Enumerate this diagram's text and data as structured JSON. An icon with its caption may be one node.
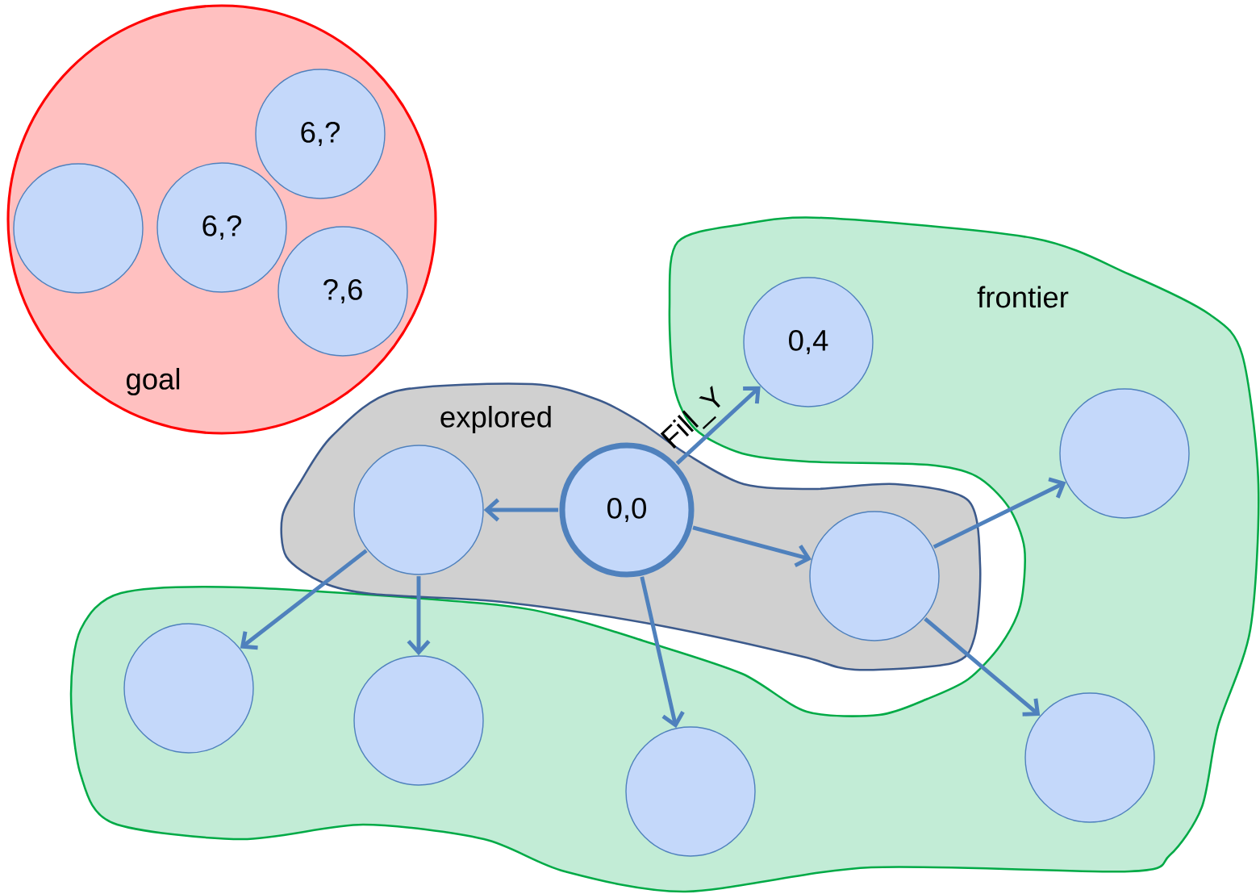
{
  "diagram": {
    "nodes": [
      {
        "text": [
          "goal"
        ]
      },
      {
        "text": [],
        "shape": "circle",
        "in": 0
      },
      {
        "text": [
          "6,?"
        ],
        "in": 0
      },
      {
        "text": [
          "6,?"
        ],
        "in": 0
      },
      {
        "text": [
          "?,6"
        ],
        "in": 0
      },
      {
        "text": [
          "explored"
        ]
      },
      {
        "text": [],
        "shape": "circle",
        "in": 5
      },
      {
        "text": [
          "0,0"
        ],
        "in": 5
      },
      {
        "text": [],
        "shape": "circle",
        "in": 5
      },
      {
        "text": [
          "frontier"
        ]
      },
      {
        "text": [
          "0,4"
        ],
        "in": 9
      },
      {
        "text": [],
        "shape": "circle",
        "in": 9
      },
      {
        "text": [],
        "shape": "circle",
        "in": 9
      },
      {
        "text": [],
        "shape": "circle",
        "in": 9
      },
      {
        "text": [],
        "shape": "circle",
        "in": 9
      },
      {
        "text": [],
        "shape": "circle",
        "in": 9
      }
    ],
    "edges": [
      {
        "from": 7,
        "to": 10,
        "arrow": "to",
        "label": "Fill_Y"
      },
      {
        "from": 7,
        "to": 6,
        "arrow": "to"
      },
      {
        "from": 7,
        "to": 8,
        "arrow": "to"
      },
      {
        "from": 7,
        "to": 14,
        "arrow": "to"
      },
      {
        "from": 6,
        "to": 12,
        "arrow": "to"
      },
      {
        "from": 6,
        "to": 13,
        "arrow": "to"
      },
      {
        "from": 8,
        "to": 11,
        "arrow": "to"
      },
      {
        "from": 8,
        "to": 15,
        "arrow": "to"
      }
    ]
  }
}
